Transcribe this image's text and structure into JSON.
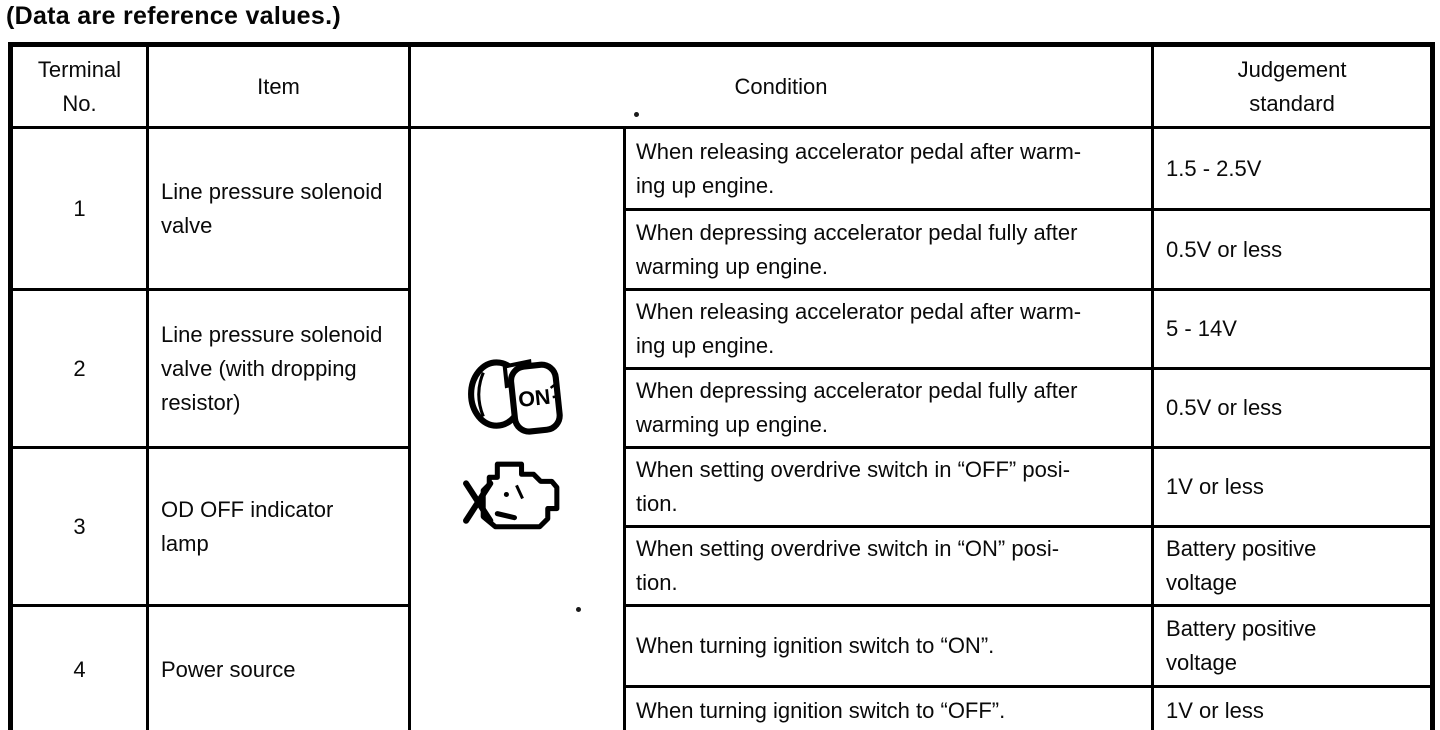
{
  "page": {
    "title": "(Data are reference values.)"
  },
  "table": {
    "headers": {
      "terminal": "Terminal\nNo.",
      "item": "Item",
      "condition": "Condition",
      "judgement": "Judgement\nstandard"
    },
    "icon_labels": {
      "ignition_on": "ON"
    },
    "rows": [
      {
        "terminal": "1",
        "item": "Line pressure solenoid\nvalve",
        "conditions": [
          {
            "condition": "When releasing accelerator pedal after warm-\ning up engine.",
            "judgement": "1.5 - 2.5V"
          },
          {
            "condition": "When depressing accelerator pedal fully after\nwarming up engine.",
            "judgement": "0.5V or less"
          }
        ]
      },
      {
        "terminal": "2",
        "item": "Line pressure solenoid\nvalve (with dropping\nresistor)",
        "conditions": [
          {
            "condition": "When releasing accelerator pedal after warm-\ning up engine.",
            "judgement": "5 - 14V"
          },
          {
            "condition": "When depressing accelerator pedal fully after\nwarming up engine.",
            "judgement": "0.5V or less"
          }
        ]
      },
      {
        "terminal": "3",
        "item": "OD OFF indicator\nlamp",
        "conditions": [
          {
            "condition": "When setting overdrive switch in “OFF” posi-\ntion.",
            "judgement": "1V or less"
          },
          {
            "condition": "When setting overdrive switch in “ON” posi-\ntion.",
            "judgement": "Battery positive\nvoltage"
          }
        ]
      },
      {
        "terminal": "4",
        "item": "Power source",
        "conditions": [
          {
            "condition": "When turning ignition switch to “ON”.",
            "judgement": "Battery positive\nvoltage"
          },
          {
            "condition": "When turning ignition switch to “OFF”.",
            "judgement": "1V or less"
          }
        ]
      }
    ]
  }
}
